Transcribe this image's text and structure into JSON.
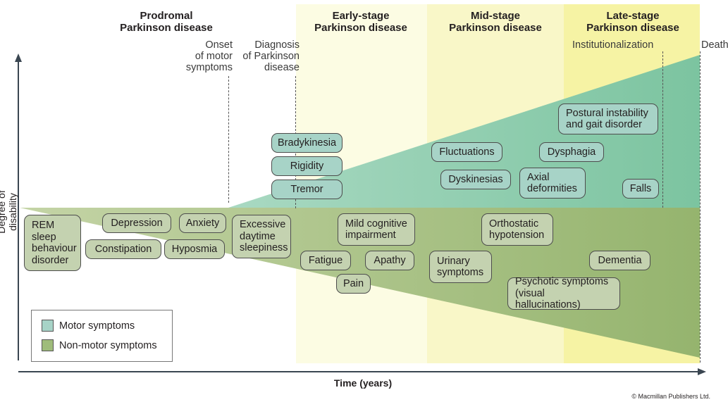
{
  "stages": [
    {
      "id": "prodromal",
      "title": "Prodromal\nParkinson disease",
      "color": "#ffffff"
    },
    {
      "id": "early",
      "title": "Early-stage\nParkinson disease",
      "color": "#fcfce3"
    },
    {
      "id": "mid",
      "title": "Mid-stage\nParkinson disease",
      "color": "#f9f7c8"
    },
    {
      "id": "late",
      "title": "Late-stage\nParkinson disease",
      "color": "#f6f3a4"
    }
  ],
  "events": {
    "onset": "Onset\nof motor\nsymptoms",
    "diagnosis": "Diagnosis\nof Parkinson\ndisease",
    "institutionalization": "Institutionalization",
    "death": "Death"
  },
  "motor_symptoms": {
    "bradykinesia": "Bradykinesia",
    "rigidity": "Rigidity",
    "tremor": "Tremor",
    "fluctuations": "Fluctuations",
    "dyskinesias": "Dyskinesias",
    "axial_deformities": "Axial\ndeformities",
    "dysphagia": "Dysphagia",
    "postural_instability": "Postural instability\nand gait disorder",
    "falls": "Falls"
  },
  "nonmotor_symptoms": {
    "rem": "REM\nsleep\nbehaviour\ndisorder",
    "depression": "Depression",
    "anxiety": "Anxiety",
    "constipation": "Constipation",
    "hyposmia": "Hyposmia",
    "eds": "Excessive\ndaytime\nsleepiness",
    "mci": "Mild cognitive\nimpairment",
    "fatigue": "Fatigue",
    "apathy": "Apathy",
    "pain": "Pain",
    "orthostatic": "Orthostatic\nhypotension",
    "urinary": "Urinary\nsymptoms",
    "psychotic": "Psychotic symptoms\n(visual hallucinations)",
    "dementia": "Dementia"
  },
  "legend": {
    "motor": "Motor symptoms",
    "nonmotor": "Non-motor symptoms"
  },
  "colors": {
    "motor": "#7cc4a8",
    "nonmotor": "#9fbc7b",
    "motor_box": "#a7d3c7",
    "nonmotor_box": "#c4d2b0",
    "axis": "#3a4651"
  },
  "axes": {
    "y_label": "Degree of disability",
    "x_label": "Time (years)"
  },
  "credit": "© Macmillan Publishers Ltd."
}
